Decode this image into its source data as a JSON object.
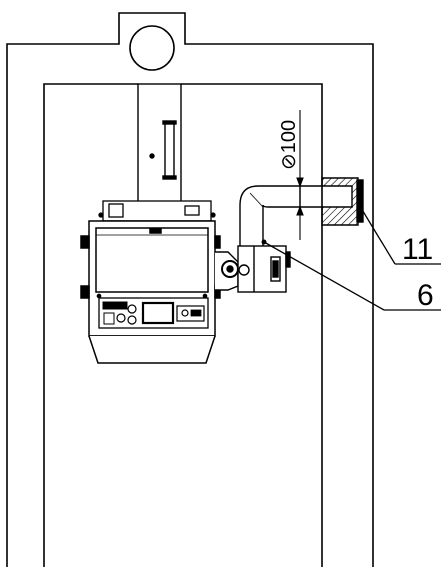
{
  "drawing": {
    "dimension": {
      "symbol": "⊘",
      "value": "100"
    },
    "callouts": [
      {
        "id": "callout-11",
        "number": "11"
      },
      {
        "id": "callout-6",
        "number": "6"
      }
    ]
  }
}
